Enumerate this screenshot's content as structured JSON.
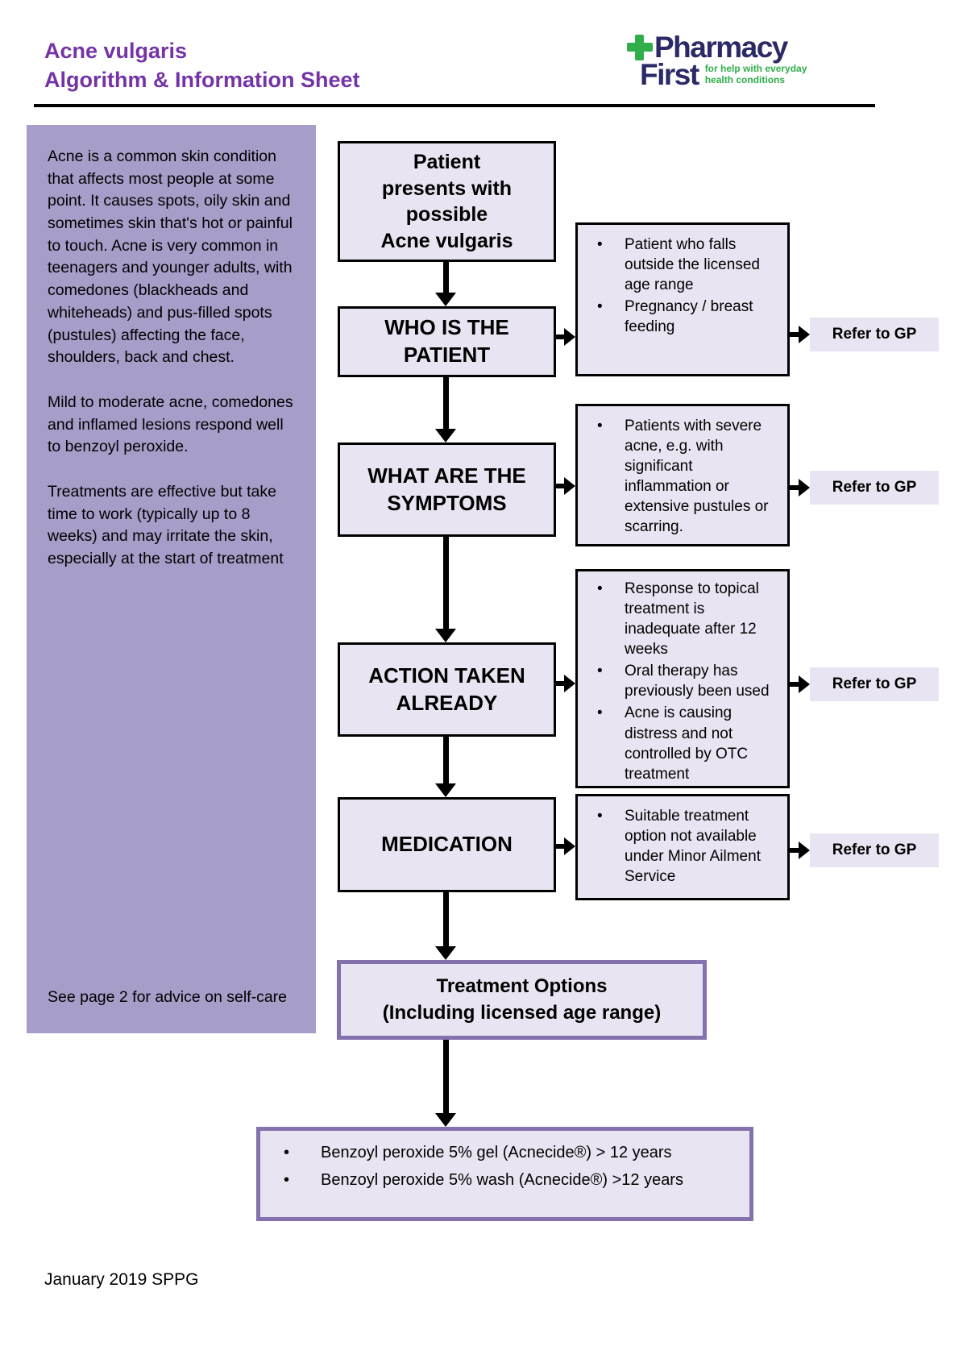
{
  "theme": {
    "title_purple": "#7433a6",
    "sidebar_purple": "#a89cc8",
    "box_fill": "#e9e4f1",
    "purple_border": "#8471ad",
    "logo_navy": "#2b2a67",
    "logo_green": "#2fae49"
  },
  "header": {
    "title": "Acne vulgaris\nAlgorithm & Information Sheet",
    "logo": {
      "word1": "Pharmacy",
      "word2": "First",
      "tagline": "for help with everyday\nhealth conditions"
    }
  },
  "sidebar": {
    "paragraphs": [
      "Acne is a common skin condition that affects most people at some point. It causes spots, oily skin and sometimes skin that's hot or painful to touch. Acne is very common in teenagers and younger adults, with comedones (blackheads and whiteheads) and pus-filled spots (pustules) affecting the face, shoulders, back and chest.",
      "Mild to moderate acne, comedones and inflamed lesions respond well to benzoyl peroxide.",
      "Treatments are effective but take time to work (typically up to 8 weeks) and may irritate the skin, especially at the start of treatment"
    ],
    "note": "See page 2 for advice on self-care"
  },
  "flow": {
    "start": "Patient\npresents with\npossible\nAcne vulgaris",
    "steps": [
      {
        "label": "WHO IS THE\nPATIENT",
        "bullets": [
          "Patient who falls outside the licensed age range",
          "Pregnancy / breast feeding"
        ],
        "refer": "Refer to GP"
      },
      {
        "label": "WHAT ARE THE\nSYMPTOMS",
        "bullets": [
          "Patients with severe acne, e.g. with significant inflammation or extensive pustules or scarring."
        ],
        "refer": "Refer to GP"
      },
      {
        "label": "ACTION TAKEN\nALREADY",
        "bullets": [
          "Response to topical treatment is inadequate after 12 weeks",
          "Oral therapy has previously been used",
          "Acne is causing distress and not controlled by OTC treatment"
        ],
        "refer": "Refer to GP"
      },
      {
        "label": "MEDICATION",
        "bullets": [
          "Suitable treatment option not available under Minor Ailment Service"
        ],
        "refer": "Refer to GP"
      }
    ],
    "treatment": "Treatment Options\n(Including licensed age range)",
    "options": [
      "Benzoyl peroxide 5% gel (Acnecide®) > 12 years",
      "Benzoyl peroxide 5% wash (Acnecide®) >12 years"
    ]
  },
  "page": {
    "footer": "January 2019 SPPG"
  }
}
